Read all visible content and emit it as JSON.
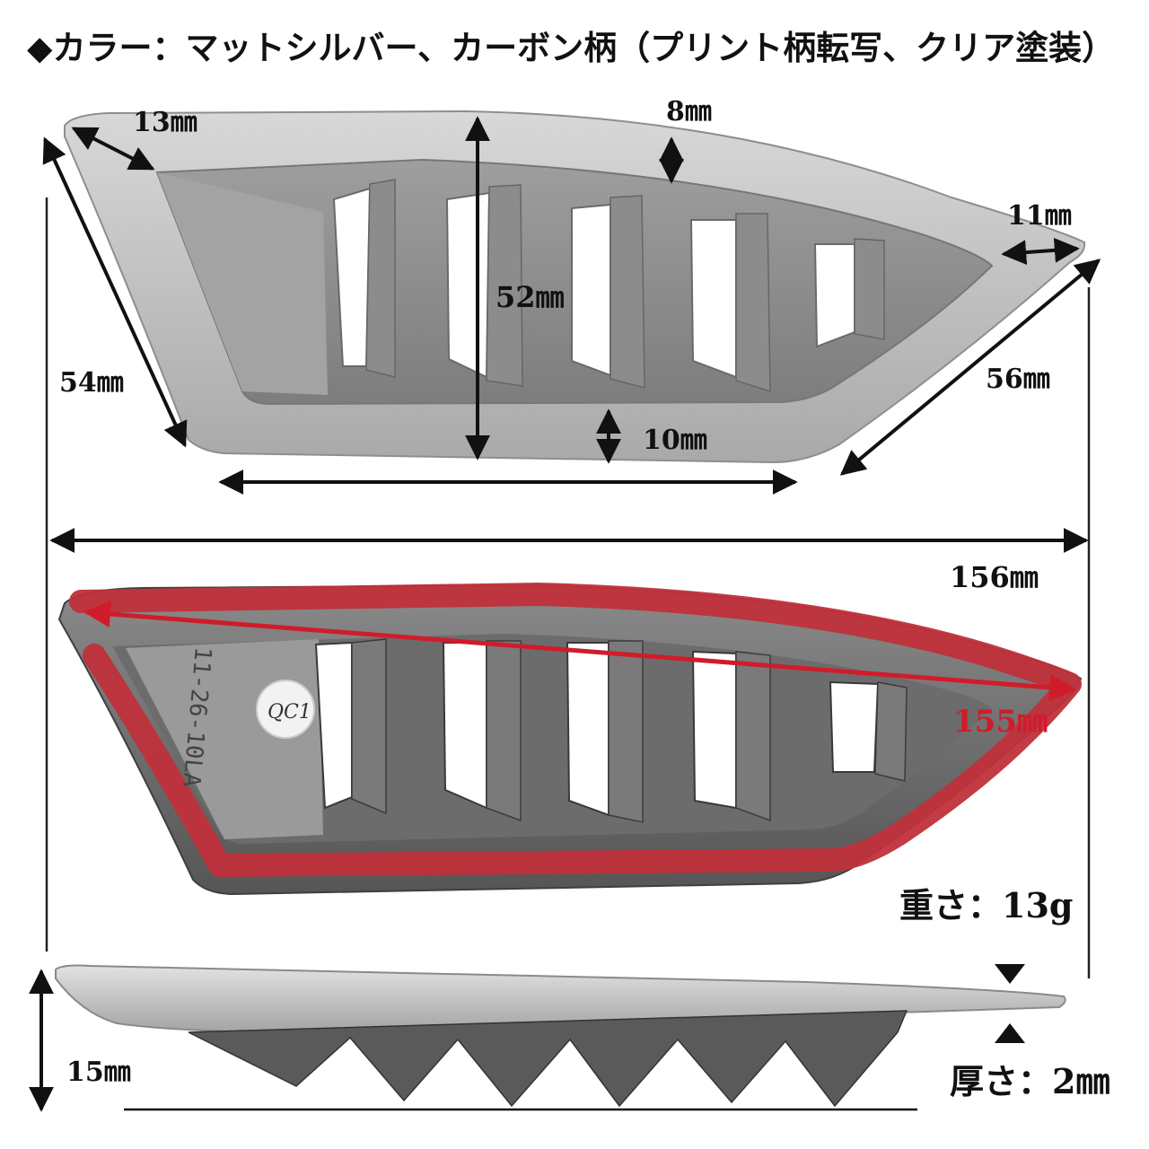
{
  "header": {
    "title": "◆カラー：マットシルバー、カーボン柄（プリント柄転写、クリア塗装）"
  },
  "dimensions": {
    "d13": "13㎜",
    "d8": "8㎜",
    "d11": "11㎜",
    "d52": "52㎜",
    "d54": "54㎜",
    "d56": "56㎜",
    "d10": "10㎜",
    "d156": "156㎜",
    "d155": "155㎜",
    "d15": "15㎜"
  },
  "specs": {
    "weight": "重さ：13g",
    "thickness": "厚さ：2㎜"
  },
  "stamp": {
    "qc": "QC1",
    "code": "11-26-10LA"
  },
  "colors": {
    "silver": "#b8b8b8",
    "silver_light": "#d6d6d6",
    "dark_metal": "#6f6f6f",
    "tape_red": "#c0303a",
    "arrow": "#111111"
  }
}
